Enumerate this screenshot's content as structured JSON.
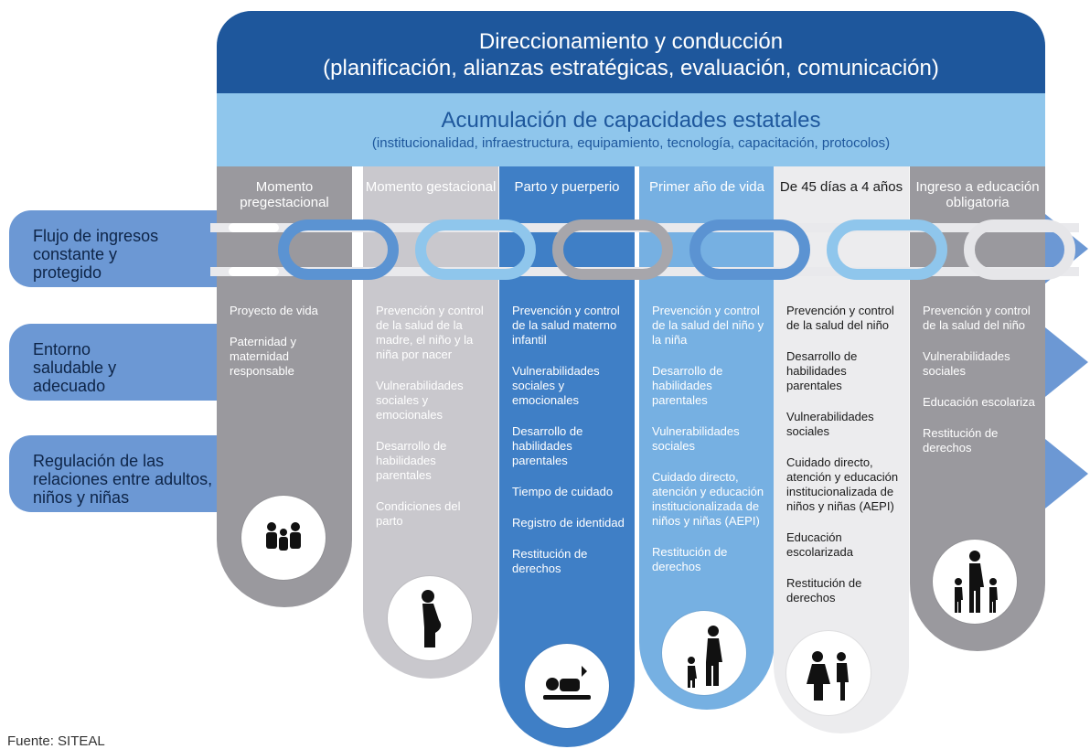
{
  "header": {
    "line1": "Direccionamiento y conducción",
    "line2": "(planificación, alianzas estratégicas, evaluación, comunicación)"
  },
  "capacidades": {
    "title": "Acumulación de capacidades estatales",
    "subtitle": "(institucionalidad, infraestructura, equipamiento, tecnología, capacitación, protocolos)"
  },
  "left_labels": [
    "Flujo de ingresos constante y protegido",
    "Entorno saludable y adecuado",
    "Regulación de las relaciones entre adultos, niños y niñas"
  ],
  "columns": [
    {
      "title": "Momento pregestacional",
      "icon": "family-icon",
      "color": "#9a999e",
      "text_color": "#ffffff",
      "items": [
        "Proyecto de vida",
        "Paternidad y maternidad responsable"
      ]
    },
    {
      "title": "Momento gestacional",
      "icon": "pregnant-woman-icon",
      "color": "#c9c8cd",
      "text_color": "#ffffff",
      "items": [
        "Prevención y control de la salud de la madre, el niño y la niña por nacer",
        "Vulnerabilidades sociales y emocionales",
        "Desarrollo de habilidades parentales",
        "Condiciones del parto"
      ]
    },
    {
      "title": "Parto y puerperio",
      "icon": "baby-changing-icon",
      "color": "#3f7fc6",
      "text_color": "#ffffff",
      "items": [
        "Prevención y control de la salud materno infantil",
        "Vulnerabilidades sociales y emocionales",
        "Desarrollo de habilidades parentales",
        "Tiempo de cuidado",
        "Registro de identidad",
        "Restitución de derechos"
      ]
    },
    {
      "title": "Primer año de vida",
      "icon": "adult-child-icon",
      "color": "#76b0e2",
      "text_color": "#ffffff",
      "items": [
        "Prevención y control de la salud del niño y la niña",
        "Desarrollo de habilidades parentales",
        "Vulnerabilidades sociales",
        "Cuidado directo, atención y educación institucionalizada de niños y niñas (AEPI)",
        "Restitución de derechos"
      ]
    },
    {
      "title": "De 45 días a 4 años",
      "icon": "parent-toddler-icon",
      "color": "#ececee",
      "text_color": "#1a1a1a",
      "items": [
        "Prevención y control de la salud del niño",
        "Desarrollo de habilidades parentales",
        "Vulnerabilidades sociales",
        "Cuidado directo, atención y educación institucionalizada de niños y niñas (AEPI)",
        "Educación escolarizada",
        "Restitución de derechos"
      ]
    },
    {
      "title": "Ingreso a educación obligatoria",
      "icon": "family-walking-icon",
      "color": "#9a999e",
      "text_color": "#ffffff",
      "items": [
        "Prevención y control de la salud del niño",
        "Vulnerabilidades sociales",
        "Educación escolariza",
        "Restitución de derechos"
      ]
    }
  ],
  "source": "Fuente: SITEAL"
}
